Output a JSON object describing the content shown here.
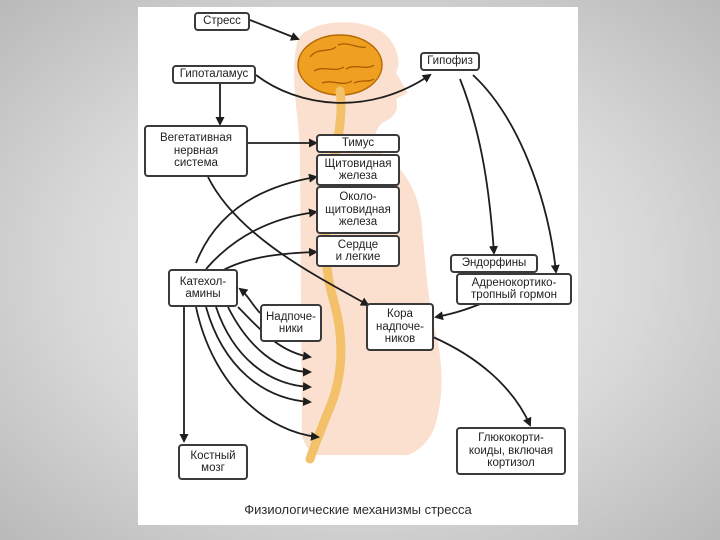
{
  "diagram": {
    "caption": "Физиологические механизмы стресса",
    "colors": {
      "body": "#fbe0cf",
      "spine": "#f2c16a",
      "brain": "#f0a020",
      "arrow": "#1e1e1e",
      "box_border": "#3a3a3a"
    },
    "labels": {
      "stress": "Стресс",
      "hypothalamus": "Гипоталамус",
      "pituitary": "Гипофиз",
      "autonomic": "Вегетативная\nнервная\nсистема",
      "thymus": "Тимус",
      "thyroid": "Щитовидная\nжелеза",
      "parathyroid": "Около-\nщитовидная\nжелеза",
      "heart_lungs": "Сердце\nи легкие",
      "endorphins": "Эндорфины",
      "acth": "Адренокортико-\nтропный гормон",
      "catecholamines": "Катехол-\nамины",
      "adrenal_medulla": "Надпоче-\nники",
      "adrenal_cortex": "Кора\nнадпоче-\nников",
      "glucocorticoids": "Глюкокорти-\nкоиды, включая\nкортизол",
      "bone_marrow": "Костный\nмозг"
    }
  }
}
